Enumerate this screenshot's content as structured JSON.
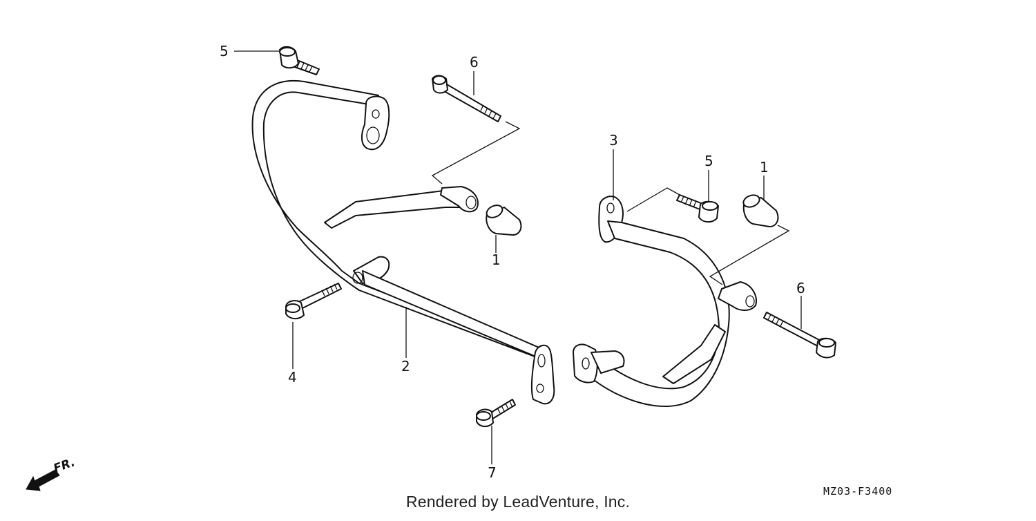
{
  "diagram": {
    "callouts": [
      {
        "id": "c-5a",
        "text": "5"
      },
      {
        "id": "c-6a",
        "text": "6"
      },
      {
        "id": "c-3",
        "text": "3"
      },
      {
        "id": "c-5b",
        "text": "5"
      },
      {
        "id": "c-1a",
        "text": "1"
      },
      {
        "id": "c-1b",
        "text": "1"
      },
      {
        "id": "c-6b",
        "text": "6"
      },
      {
        "id": "c-4",
        "text": "4"
      },
      {
        "id": "c-2",
        "text": "2"
      },
      {
        "id": "c-7",
        "text": "7"
      }
    ],
    "direction_label": "FR.",
    "figure_code": "MZ03-F3400",
    "credit": "Rendered by LeadVenture, Inc."
  }
}
